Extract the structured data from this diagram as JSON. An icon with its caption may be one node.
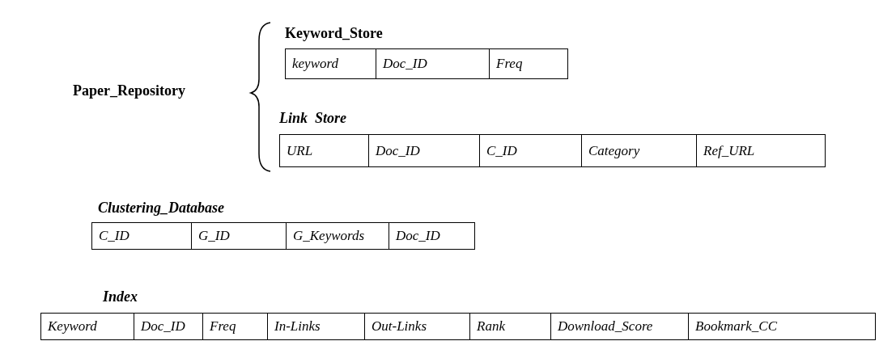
{
  "diagram": {
    "nodes": [
      {
        "text": [
          "Keyword_Store",
          "keyword",
          "Doc_ID",
          "Freq"
        ]
      },
      {
        "text": [
          "Link  Store",
          "URL",
          "Doc_ID",
          "C_ID",
          "Category",
          "Ref_URL"
        ]
      },
      {
        "text": [
          "Clustering_Database",
          "C_ID",
          "G_ID",
          "G_Keywords",
          "Doc_ID"
        ]
      },
      {
        "text": [
          "Index",
          "Keyword",
          "Doc_ID",
          "Freq",
          "In-Links",
          "Out-Links",
          "Rank",
          "Download_Score",
          "Bookmark_CC"
        ]
      }
    ],
    "labels": [
      "Paper_Repository"
    ]
  }
}
